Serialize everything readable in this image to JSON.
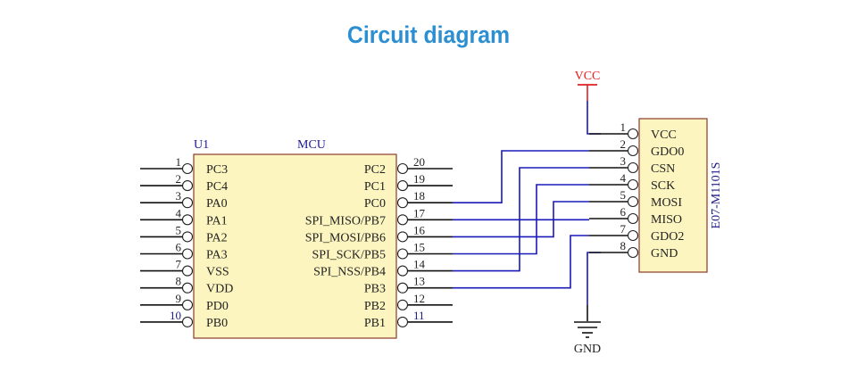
{
  "title": "Circuit diagram",
  "colors": {
    "title": "#2b8fd1",
    "wire": "#1a1ab8",
    "power": "#e02020",
    "chip_fill": "#fdf5c0",
    "chip_border": "#8b3a2a",
    "pin_line": "#111111",
    "designator": "#1a1a8c"
  },
  "mcu": {
    "designator": "U1",
    "name": "MCU",
    "left_pins": [
      {
        "num": "1",
        "name": "PC3"
      },
      {
        "num": "2",
        "name": "PC4"
      },
      {
        "num": "3",
        "name": "PA0"
      },
      {
        "num": "4",
        "name": "PA1"
      },
      {
        "num": "5",
        "name": "PA2"
      },
      {
        "num": "6",
        "name": "PA3"
      },
      {
        "num": "7",
        "name": "VSS"
      },
      {
        "num": "8",
        "name": "VDD"
      },
      {
        "num": "9",
        "name": "PD0"
      },
      {
        "num": "10",
        "name": "PB0"
      }
    ],
    "right_pins": [
      {
        "num": "20",
        "name": "PC2"
      },
      {
        "num": "19",
        "name": "PC1"
      },
      {
        "num": "18",
        "name": "PC0"
      },
      {
        "num": "17",
        "name": "SPI_MISO/PB7"
      },
      {
        "num": "16",
        "name": "SPI_MOSI/PB6"
      },
      {
        "num": "15",
        "name": "SPI_SCK/PB5"
      },
      {
        "num": "14",
        "name": "SPI_NSS/PB4"
      },
      {
        "num": "13",
        "name": "PB3"
      },
      {
        "num": "12",
        "name": "PB2"
      },
      {
        "num": "11",
        "name": "PB1"
      }
    ]
  },
  "module": {
    "name": "E07-M1101S",
    "pins": [
      {
        "num": "1",
        "name": "VCC"
      },
      {
        "num": "2",
        "name": "GDO0"
      },
      {
        "num": "3",
        "name": "CSN"
      },
      {
        "num": "4",
        "name": "SCK"
      },
      {
        "num": "5",
        "name": "MOSI"
      },
      {
        "num": "6",
        "name": "MISO"
      },
      {
        "num": "7",
        "name": "GDO2"
      },
      {
        "num": "8",
        "name": "GND"
      }
    ]
  },
  "power": {
    "vcc_label": "VCC",
    "gnd_label": "GND"
  },
  "connections": [
    {
      "mcu_pin": "18",
      "module_pin": "2"
    },
    {
      "mcu_pin": "17",
      "module_pin": "6"
    },
    {
      "mcu_pin": "16",
      "module_pin": "5"
    },
    {
      "mcu_pin": "15",
      "module_pin": "4"
    },
    {
      "mcu_pin": "14",
      "module_pin": "3"
    },
    {
      "mcu_pin": "13",
      "module_pin": "7"
    },
    {
      "vcc": true,
      "module_pin": "1"
    },
    {
      "gnd": true,
      "module_pin": "8"
    }
  ]
}
